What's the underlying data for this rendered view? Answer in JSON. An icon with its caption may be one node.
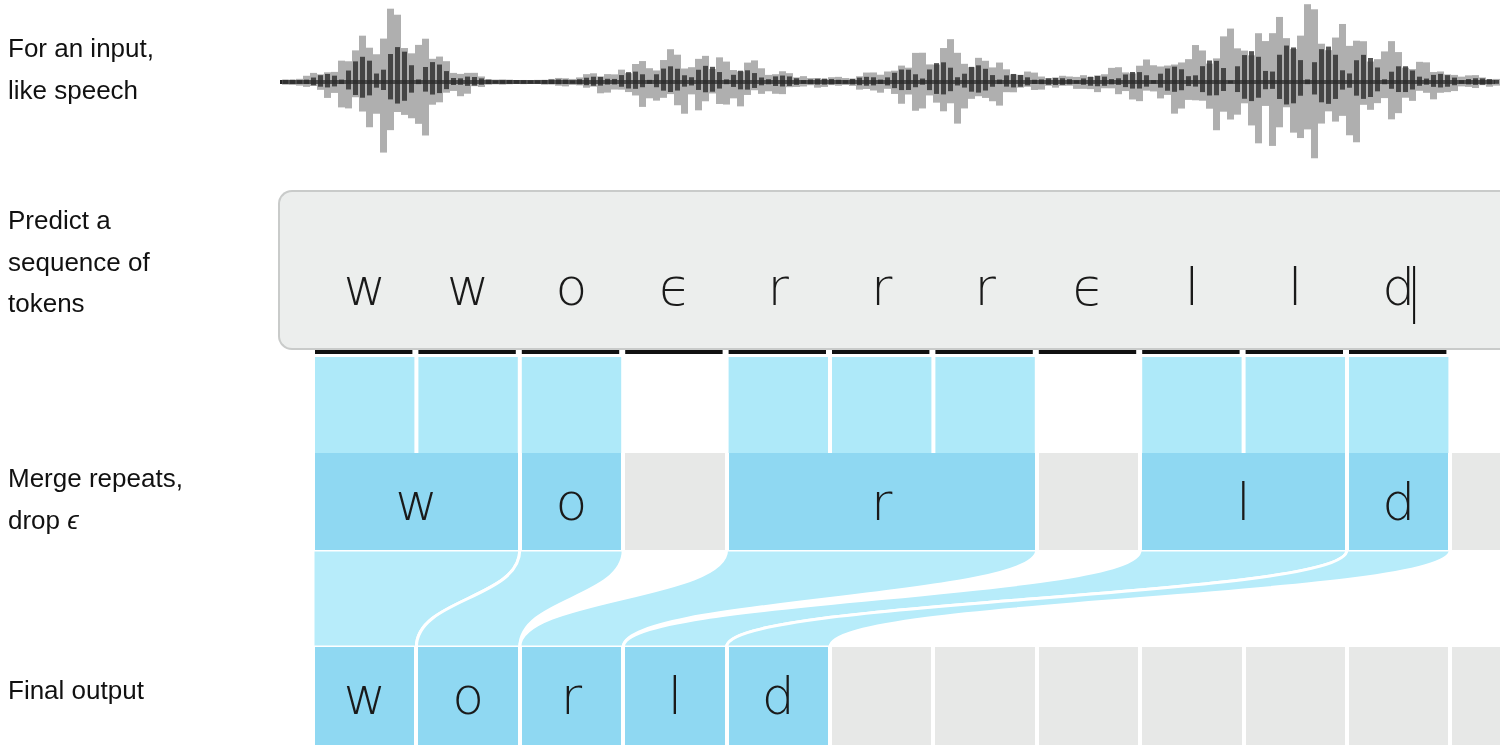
{
  "diagram": {
    "nodes": [
      {
        "text": [],
        "shape": "box"
      },
      {
        "text": [
          "w"
        ],
        "in": 0
      },
      {
        "text": [
          "w"
        ],
        "in": 0
      },
      {
        "text": [
          "o"
        ],
        "in": 0
      },
      {
        "text": [
          "ϵ"
        ],
        "in": 0
      },
      {
        "text": [
          "r"
        ],
        "in": 0
      },
      {
        "text": [
          "r"
        ],
        "in": 0
      },
      {
        "text": [
          "r"
        ],
        "in": 0
      },
      {
        "text": [
          "ϵ"
        ],
        "in": 0
      },
      {
        "text": [
          "l"
        ],
        "in": 0
      },
      {
        "text": [
          "l"
        ],
        "in": 0
      },
      {
        "text": [
          "d"
        ],
        "in": 0
      },
      {
        "text": [
          "w"
        ]
      },
      {
        "text": [
          "o"
        ]
      },
      {
        "text": [],
        "shape": "box"
      },
      {
        "text": [
          "r"
        ]
      },
      {
        "text": [],
        "shape": "box"
      },
      {
        "text": [
          "l"
        ]
      },
      {
        "text": [
          "d"
        ]
      },
      {
        "text": [],
        "shape": "box"
      },
      {
        "text": [
          "w"
        ]
      },
      {
        "text": [
          "o"
        ]
      },
      {
        "text": [
          "r"
        ]
      },
      {
        "text": [
          "l"
        ]
      },
      {
        "text": [
          "d"
        ]
      },
      {
        "text": [],
        "shape": "box"
      },
      {
        "text": [],
        "shape": "box"
      },
      {
        "text": [],
        "shape": "box"
      },
      {
        "text": [],
        "shape": "box"
      },
      {
        "text": [],
        "shape": "box"
      },
      {
        "text": [],
        "shape": "box"
      },
      {
        "text": [],
        "shape": "box"
      }
    ],
    "edges": [
      {
        "from": 1,
        "to": 12,
        "arrow": "none"
      },
      {
        "from": 2,
        "to": 12,
        "arrow": "none"
      },
      {
        "from": 3,
        "to": 13,
        "arrow": "none"
      },
      {
        "from": 5,
        "to": 15,
        "arrow": "none"
      },
      {
        "from": 6,
        "to": 15,
        "arrow": "none"
      },
      {
        "from": 7,
        "to": 15,
        "arrow": "none"
      },
      {
        "from": 9,
        "to": 17,
        "arrow": "none"
      },
      {
        "from": 10,
        "to": 17,
        "arrow": "none"
      },
      {
        "from": 11,
        "to": 18,
        "arrow": "none"
      },
      {
        "from": 12,
        "to": 20,
        "arrow": "none"
      },
      {
        "from": 13,
        "to": 21,
        "arrow": "none"
      },
      {
        "from": 15,
        "to": 22,
        "arrow": "none"
      },
      {
        "from": 17,
        "to": 23,
        "arrow": "none"
      },
      {
        "from": 18,
        "to": 24,
        "arrow": "none"
      }
    ],
    "labels": [
      "For an input, like speech",
      "Predict a sequence of tokens",
      "Merge repeats, drop *ϵ*",
      "Final output"
    ]
  }
}
